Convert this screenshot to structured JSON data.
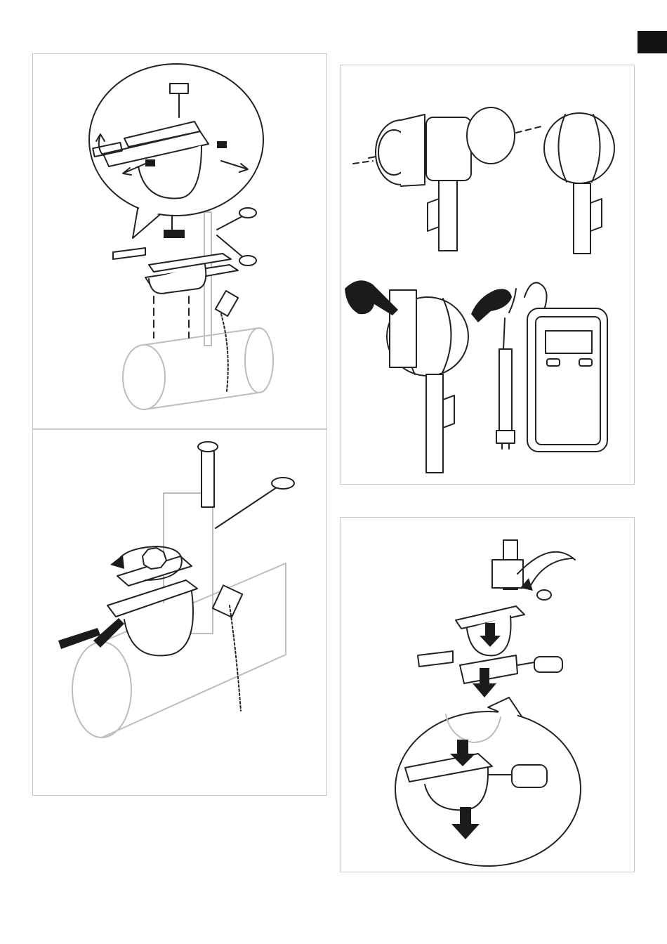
{
  "page": {
    "section_tab_color": "#111111",
    "panel_border_color": "#c8c8c8"
  },
  "figures": [
    {
      "id": "fig-1",
      "icon": "callout-magnifier",
      "description_visible": false
    },
    {
      "id": "fig-2",
      "icon": "rotation-arrow",
      "description_visible": false
    },
    {
      "id": "fig-3",
      "icon": "meter-probe",
      "description_visible": false
    },
    {
      "id": "fig-4",
      "icon": "down-arrows",
      "description_visible": false
    }
  ]
}
